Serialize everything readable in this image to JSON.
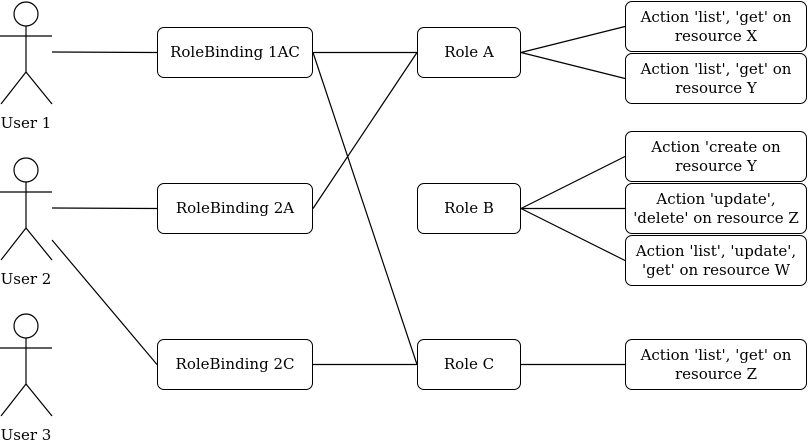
{
  "users": [
    {
      "id": "user1",
      "label": "User 1"
    },
    {
      "id": "user2",
      "label": "User 2"
    },
    {
      "id": "user3",
      "label": "User 3"
    }
  ],
  "bindings": [
    {
      "id": "rb1ac",
      "label": "RoleBinding 1AC"
    },
    {
      "id": "rb2a",
      "label": "RoleBinding 2A"
    },
    {
      "id": "rb2c",
      "label": "RoleBinding 2C"
    }
  ],
  "roles": [
    {
      "id": "roleA",
      "label": "Role A"
    },
    {
      "id": "roleB",
      "label": "Role B"
    },
    {
      "id": "roleC",
      "label": "Role C"
    }
  ],
  "actions": [
    {
      "id": "actX",
      "label": "Action 'list', 'get' on resource X"
    },
    {
      "id": "actY1",
      "label": "Action 'list', 'get' on resource Y"
    },
    {
      "id": "actY2",
      "label": "Action 'create on resource Y"
    },
    {
      "id": "actZ1",
      "label": "Action 'update', 'delete' on resource Z"
    },
    {
      "id": "actW",
      "label": "Action 'list', 'update', 'get' on resource W"
    },
    {
      "id": "actZ2",
      "label": "Action 'list', 'get' on resource Z"
    }
  ],
  "edges": [
    [
      "user1",
      "rb1ac"
    ],
    [
      "user2",
      "rb2a"
    ],
    [
      "user2",
      "rb2c"
    ],
    [
      "rb1ac",
      "roleA"
    ],
    [
      "rb1ac",
      "roleC"
    ],
    [
      "rb2a",
      "roleA"
    ],
    [
      "rb2c",
      "roleC"
    ],
    [
      "roleA",
      "actX"
    ],
    [
      "roleA",
      "actY1"
    ],
    [
      "roleB",
      "actY2"
    ],
    [
      "roleB",
      "actZ1"
    ],
    [
      "roleB",
      "actW"
    ],
    [
      "roleC",
      "actZ2"
    ]
  ]
}
